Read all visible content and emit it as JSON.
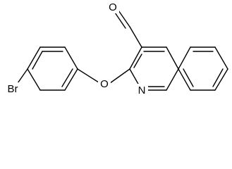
{
  "molecule": {
    "atoms": {
      "bromine": "Br",
      "oxygen_ether": "O",
      "nitrogen": "N",
      "oxygen_carbonyl": "O"
    }
  }
}
